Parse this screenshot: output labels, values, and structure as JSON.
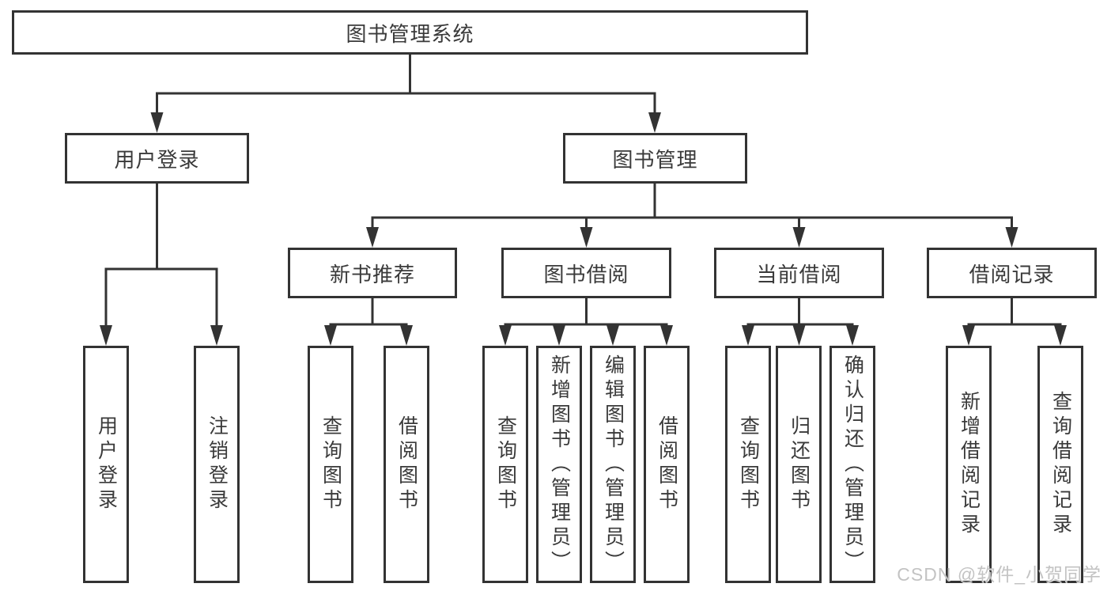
{
  "watermark": "CSDN @软件_小贺同学",
  "nodes": {
    "root": "图书管理系统",
    "userLogin": "用户登录",
    "bookManagement": "图书管理",
    "newBookRecommend": "新书推荐",
    "bookBorrowing": "图书借阅",
    "currentBorrowing": "当前借阅",
    "borrowingRecords": "借阅记录",
    "leafUserLogin": "用户登录",
    "leafLogout": "注销登录",
    "leafRecQueryBooks": "查询图书",
    "leafRecBorrowBooks": "借阅图书",
    "leafBorrowQueryBooks": "查询图书",
    "leafBorrowAddBooksAdmin": "新增图书（管理员）",
    "leafBorrowEditBooksAdmin": "编辑图书（管理员）",
    "leafBorrowBorrowBooks": "借阅图书",
    "leafCurrentQueryBooks": "查询图书",
    "leafCurrentReturnBooks": "归还图书",
    "leafCurrentConfirmReturnAdmin": "确认归还（管理员）",
    "leafRecordsAddRecord": "新增借阅记录",
    "leafRecordsQueryRecord": "查询借阅记录"
  }
}
